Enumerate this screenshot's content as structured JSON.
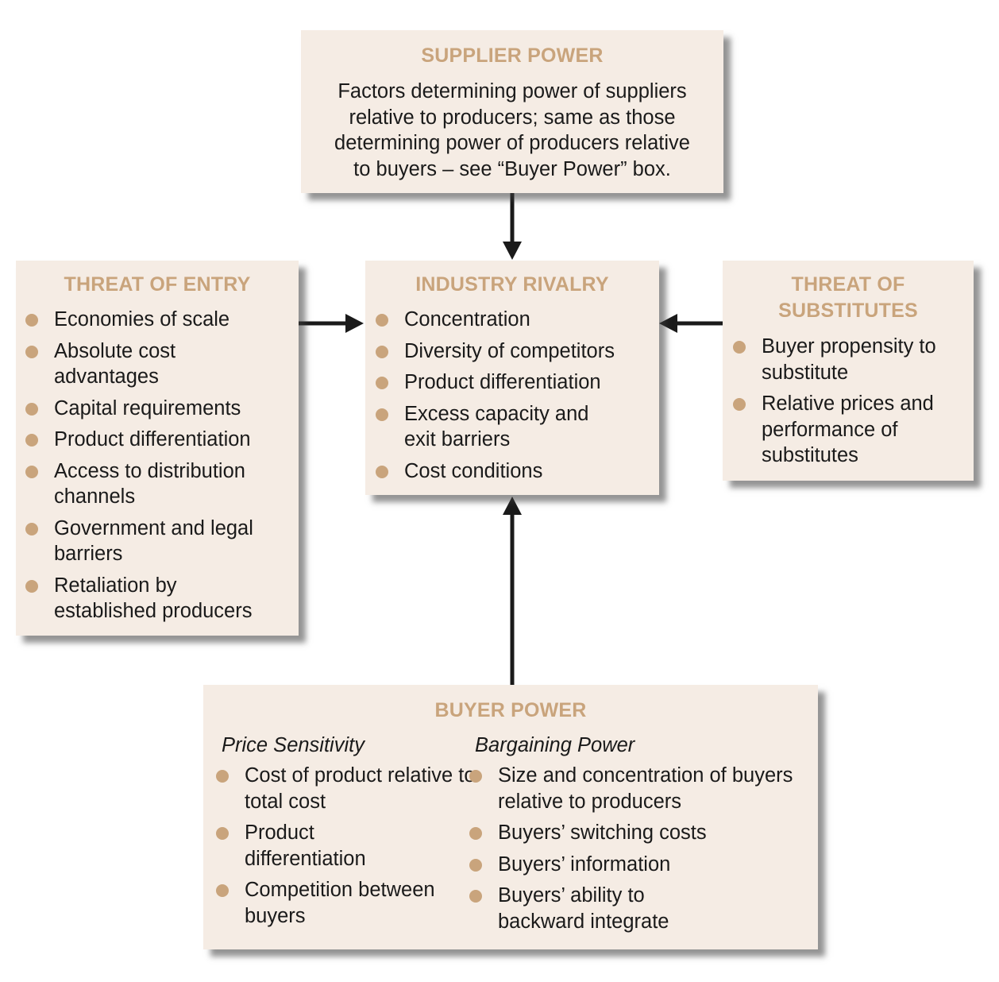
{
  "supplier": {
    "title": "SUPPLIER POWER",
    "text_lines": [
      "Factors determining power of suppliers",
      "relative to producers; same as those",
      "determining power of producers relative",
      "to buyers – see “Buyer Power” box."
    ]
  },
  "entry": {
    "title": "THREAT OF ENTRY",
    "items": [
      "Economies of scale",
      "Absolute cost advantages",
      "Capital requirements",
      "Product differentiation",
      "Access to distribution channels",
      "Government and legal barriers",
      "Retaliation by established producers"
    ]
  },
  "rivalry": {
    "title": "INDUSTRY RIVALRY",
    "items": [
      "Concentration",
      "Diversity of competitors",
      "Product differentiation",
      "Excess capacity and exit barriers",
      "Cost conditions"
    ]
  },
  "substitutes": {
    "title_line1": "THREAT OF",
    "title_line2": "SUBSTITUTES",
    "items": [
      "Buyer propensity to substitute",
      "Relative prices and performance of substitutes"
    ]
  },
  "buyer": {
    "title": "BUYER POWER",
    "price_sensitivity": {
      "heading": "Price Sensitivity",
      "items": [
        "Cost of product relative to total cost",
        "Product differentiation",
        "Competition between buyers"
      ]
    },
    "bargaining_power": {
      "heading": "Bargaining Power",
      "items": [
        "Size and concentration of buyers relative to producers",
        "Buyers’ switching costs",
        "Buyers’ information",
        "Buyers’ ability to backward integrate"
      ]
    }
  },
  "colors": {
    "box_fill": "#f5ece4",
    "title_accent": "#c9a47c",
    "bullet": "#c9a47c",
    "arrow": "#1a1a1a"
  }
}
